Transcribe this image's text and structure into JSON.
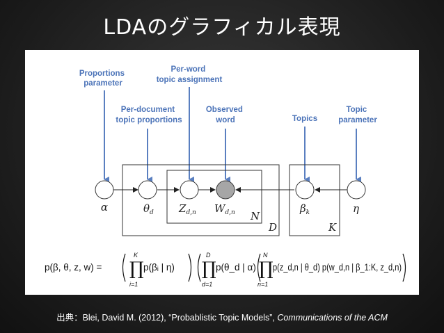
{
  "title": "LDAのグラフィカル表現",
  "labels": {
    "proportions_parameter": [
      "Proportions",
      "parameter"
    ],
    "per_word_topic_assignment": [
      "Per-word",
      "topic assignment"
    ],
    "per_document_topic_proportions": [
      "Per-document",
      "topic proportions"
    ],
    "observed_word": [
      "Observed",
      "word"
    ],
    "topics": [
      "Topics"
    ],
    "topic_parameter": [
      "Topic",
      "parameter"
    ]
  },
  "nodes": {
    "alpha": "α",
    "theta": "θ",
    "theta_sub": "d",
    "z": "Z",
    "z_sub": "d,n",
    "w": "W",
    "w_sub": "d,n",
    "beta": "β",
    "beta_sub": "k",
    "eta": "η"
  },
  "plates": {
    "n": "N",
    "d": "D",
    "k": "K"
  },
  "equation": {
    "lhs": "p(β, θ, z, w) =",
    "prod1_upper": "K",
    "prod1_lower": "i=1",
    "prod1_term": "p(βᵢ | η)",
    "prod2_upper": "D",
    "prod2_lower": "d=1",
    "prod2_term": "p(θ_d | α)",
    "prod3_upper": "N",
    "prod3_lower": "n=1",
    "prod3_term": "p(z_d,n | θ_d) p(w_d,n | β_1:K, z_d,n)"
  },
  "citation": {
    "prefix": "出典：Blei, David M. (2012), “Probablistic Topic Models”, ",
    "journal": "Communications of the ACM"
  },
  "colors": {
    "label_blue": "#4b73b8",
    "observed_fill": "#a6a6a6"
  }
}
